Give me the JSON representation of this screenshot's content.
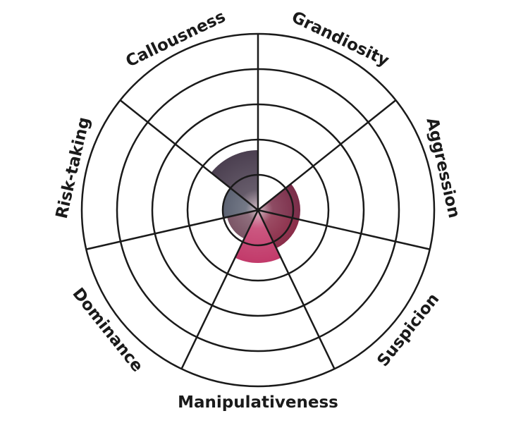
{
  "chart_data": {
    "type": "polar-area",
    "title": "",
    "categories": [
      "Callousness",
      "Grandiosity",
      "Aggression",
      "Suspicion",
      "Manipulativeness",
      "Dominance",
      "Risk-taking"
    ],
    "values": [
      1.7,
      0,
      1.2,
      1.2,
      1.5,
      0.9,
      1.0
    ],
    "rmax": 5,
    "rings": [
      1,
      2,
      3,
      4,
      5
    ],
    "colors": [
      "#4b3f50",
      "#888888",
      "#7a2c48",
      "#8a2c48",
      "#c23a6a",
      "#7b5566",
      "#5c6272"
    ],
    "grid": true,
    "legend": "none"
  }
}
